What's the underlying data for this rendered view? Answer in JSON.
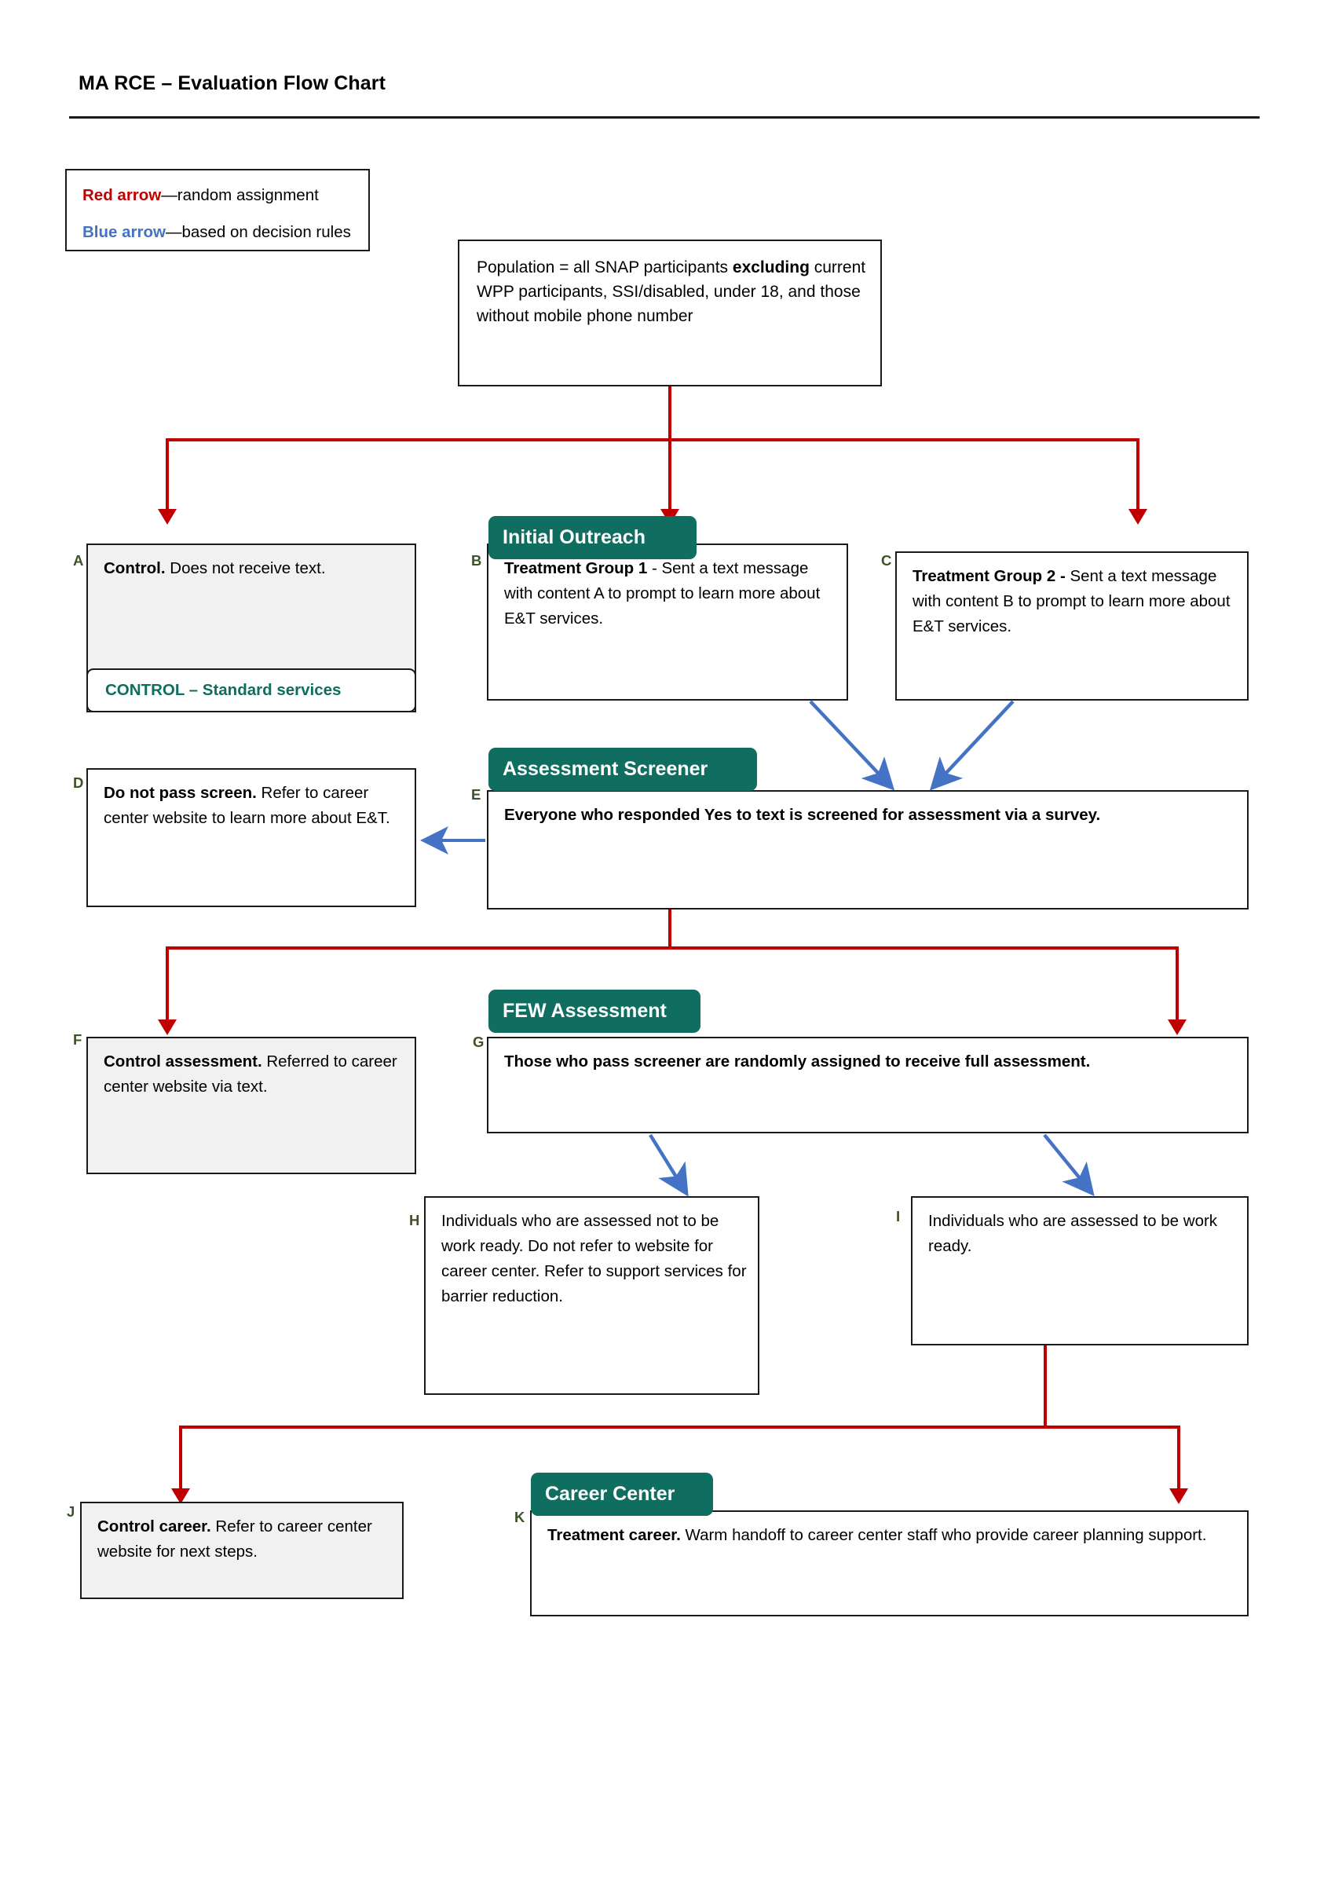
{
  "document": {
    "title": "MA RCE – Evaluation Flow Chart"
  },
  "legend": {
    "items": [
      {
        "key": "Red arrow",
        "color": "#c00000",
        "text": "—random assignment"
      },
      {
        "key": "Blue arrow",
        "color": "#4472c4",
        "text": "—based on decision rules"
      }
    ]
  },
  "colors": {
    "teal": "#0f6e60",
    "red_arrow": "#c00000",
    "blue_arrow": "#4472c4",
    "letter_tag": "#3e5228",
    "box_gray": "#f1f1f1"
  },
  "population": {
    "tag": "",
    "text_html": "Population = all SNAP participants <b>excluding</b> current WPP participants, SSI/disabled, under 18, and those without mobile phone number"
  },
  "stages": [
    {
      "id": "initial-outreach",
      "label": "Initial Outreach"
    },
    {
      "id": "assessment-screener",
      "label": "Assessment Screener"
    },
    {
      "id": "few-assessment",
      "label": "FEW Assessment"
    },
    {
      "id": "career-center",
      "label": "Career Center"
    }
  ],
  "boxes": [
    {
      "tag": "A",
      "name": "control-box",
      "shaded": true,
      "bold_body": false,
      "text_html": "<b>Control.</b> Does not receive text.",
      "sub_label": "CONTROL – Standard services"
    },
    {
      "tag": "B",
      "name": "treatment-group-1-box",
      "shaded": false,
      "bold_body": false,
      "text_html": "<b>Treatment Group 1</b> - Sent a text message with content A to prompt to learn more about E&amp;T services."
    },
    {
      "tag": "C",
      "name": "treatment-group-2-box",
      "shaded": false,
      "bold_body": false,
      "text_html": "<b>Treatment Group 2 -</b> Sent a text message with content B to prompt to learn more about E&amp;T services."
    },
    {
      "tag": "D",
      "name": "do-not-pass-screen-box",
      "shaded": false,
      "bold_body": false,
      "text_html": "<b>Do not pass screen.</b> Refer to career center website to learn more about E&amp;T."
    },
    {
      "tag": "E",
      "name": "screened-for-assessment-box",
      "shaded": false,
      "bold_body": true,
      "text_html": "Everyone who responded Yes to text is screened for assessment via a survey."
    },
    {
      "tag": "F",
      "name": "control-assessment-box",
      "shaded": true,
      "bold_body": false,
      "text_html": "<b>Control assessment.</b> Referred to career center website via text."
    },
    {
      "tag": "G",
      "name": "full-assessment-box",
      "shaded": false,
      "bold_body": true,
      "text_html": "Those who pass screener are randomly assigned to receive full assessment."
    },
    {
      "tag": "H",
      "name": "not-work-ready-box",
      "shaded": false,
      "bold_body": false,
      "text_html": "Individuals who are assessed not to be work ready. Do not refer to website for career center. Refer to support services for barrier reduction."
    },
    {
      "tag": "I",
      "name": "work-ready-box",
      "shaded": false,
      "bold_body": false,
      "text_html": "Individuals who are assessed to be work ready."
    },
    {
      "tag": "J",
      "name": "control-career-box",
      "shaded": true,
      "bold_body": false,
      "text_html": "<b>Control career.</b> Refer to career center website for next steps."
    },
    {
      "tag": "K",
      "name": "treatment-career-box",
      "shaded": false,
      "bold_body": false,
      "text_html": "<b>Treatment career.</b> Warm handoff to career center staff who provide career planning support."
    }
  ],
  "chart_data": {
    "type": "diagram",
    "title": "MA RCE – Evaluation Flow Chart",
    "nodes": [
      {
        "id": "POP",
        "label": "Population = all SNAP participants excluding current WPP participants, SSI/disabled, under 18, and those without mobile phone number"
      },
      {
        "id": "A",
        "label": "Control. Does not receive text."
      },
      {
        "id": "B",
        "label": "Treatment Group 1 - Sent a text message with content A to prompt to learn more about E&T services."
      },
      {
        "id": "C",
        "label": "Treatment Group 2 - Sent a text message with content B to prompt to learn more about E&T services."
      },
      {
        "id": "D",
        "label": "Do not pass screen. Refer to career center website to learn more about E&T."
      },
      {
        "id": "E",
        "label": "Everyone who responded Yes to text is screened for assessment via a survey."
      },
      {
        "id": "F",
        "label": "Control assessment. Referred to career center website via text."
      },
      {
        "id": "G",
        "label": "Those who pass screener are randomly assigned to receive full assessment."
      },
      {
        "id": "H",
        "label": "Individuals who are assessed not to be work ready. Do not refer to website for career center. Refer to support services for barrier reduction."
      },
      {
        "id": "I",
        "label": "Individuals who are assessed to be work ready."
      },
      {
        "id": "J",
        "label": "Control career. Refer to career center website for next steps."
      },
      {
        "id": "K",
        "label": "Treatment career. Warm handoff to career center staff who provide career planning support."
      }
    ],
    "edges": [
      {
        "from": "POP",
        "to": "A",
        "kind": "random assignment",
        "color": "#c00000"
      },
      {
        "from": "POP",
        "to": "B",
        "kind": "random assignment",
        "color": "#c00000"
      },
      {
        "from": "POP",
        "to": "C",
        "kind": "random assignment",
        "color": "#c00000"
      },
      {
        "from": "B",
        "to": "E",
        "kind": "decision rules",
        "color": "#4472c4"
      },
      {
        "from": "C",
        "to": "E",
        "kind": "decision rules",
        "color": "#4472c4"
      },
      {
        "from": "E",
        "to": "D",
        "kind": "decision rules",
        "color": "#4472c4"
      },
      {
        "from": "E",
        "to": "F",
        "kind": "random assignment",
        "color": "#c00000"
      },
      {
        "from": "E",
        "to": "G",
        "kind": "random assignment",
        "color": "#c00000"
      },
      {
        "from": "G",
        "to": "H",
        "kind": "decision rules",
        "color": "#4472c4"
      },
      {
        "from": "G",
        "to": "I",
        "kind": "decision rules",
        "color": "#4472c4"
      },
      {
        "from": "I",
        "to": "J",
        "kind": "random assignment",
        "color": "#c00000"
      },
      {
        "from": "I",
        "to": "K",
        "kind": "random assignment",
        "color": "#c00000"
      }
    ]
  }
}
